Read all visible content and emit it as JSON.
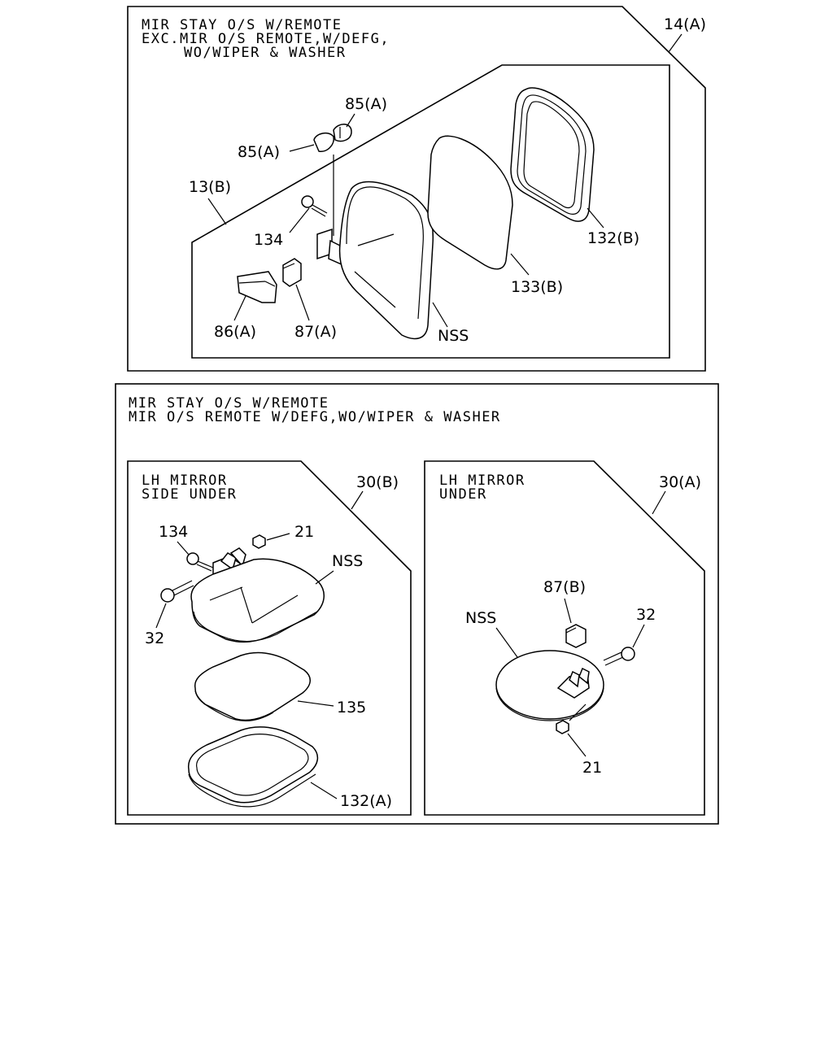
{
  "top_panel": {
    "header": [
      "MIR STAY O/S W/REMOTE",
      "EXC.MIR O/S REMOTE,W/DEFG,",
      "WO/WIPER & WASHER"
    ],
    "ref": "14(A)",
    "sub_ref": "13(B)",
    "labels": {
      "p85a_upper": "85(A)",
      "p85a_lower": "85(A)",
      "p134": "134",
      "p86a": "86(A)",
      "p87a": "87(A)",
      "nss": "NSS",
      "p133b": "133(B)",
      "p132b": "132(B)"
    }
  },
  "bottom_panel": {
    "header": [
      "MIR STAY O/S W/REMOTE",
      "MIR O/S REMOTE W/DEFG,WO/WIPER & WASHER"
    ],
    "left": {
      "header": [
        "LH MIRROR",
        "SIDE UNDER"
      ],
      "ref": "30(B)",
      "labels": {
        "p134": "134",
        "p21": "21",
        "nss": "NSS",
        "p32": "32",
        "p135": "135",
        "p132a": "132(A)"
      }
    },
    "right": {
      "header": [
        "LH MIRROR",
        "UNDER"
      ],
      "ref": "30(A)",
      "labels": {
        "p87b": "87(B)",
        "nss": "NSS",
        "p32": "32",
        "p21": "21"
      }
    }
  }
}
